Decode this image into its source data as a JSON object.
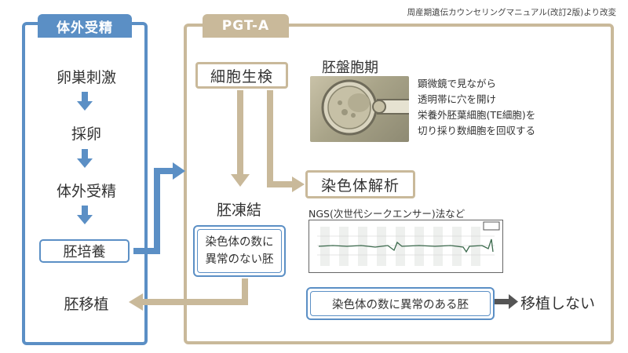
{
  "source_note": "周産期遺伝カウンセリングマニュアル(改訂2版)より改変",
  "left_panel": {
    "tab": "体外受精",
    "steps": [
      "卵巣刺激",
      "採卵",
      "体外受精",
      "胚培養",
      "胚移植"
    ]
  },
  "right_panel": {
    "tab": "PGT-A",
    "biopsy": "細胞生検",
    "blastocyst_title": "胚盤胞期",
    "blastocyst_desc": [
      "顕微鏡で見ながら",
      "透明帯に穴を開け",
      "栄養外胚葉細胞(TE細胞)を",
      "切り採り数細胞を回収する"
    ],
    "chromosome_analysis": "染色体解析",
    "ngs_label": "NGS(次世代シークエンサー)法など",
    "freeze": "胚凍結",
    "normal_box": [
      "染色体の数に",
      "異常のない胚"
    ],
    "abnormal_box": "染色体の数に異常のある胚",
    "no_transfer": "移植しない"
  },
  "colors": {
    "blue": "#5b8fc5",
    "tan": "#c9b99a",
    "text": "#333333"
  }
}
